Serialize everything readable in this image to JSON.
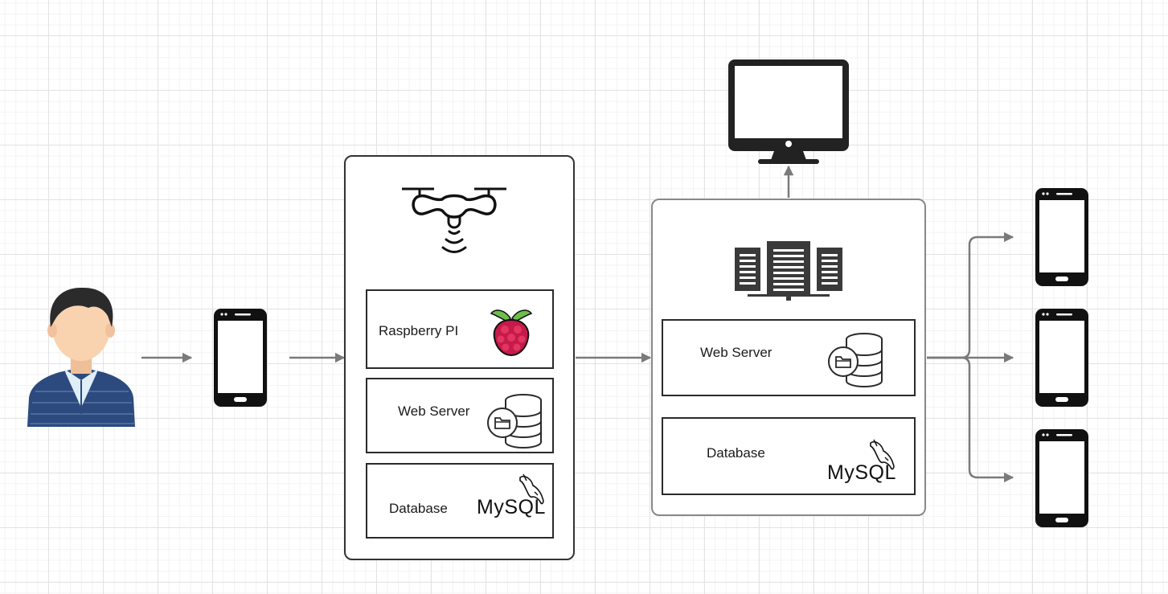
{
  "colors": {
    "connector": "#7a7a7a",
    "device": "#111111",
    "raspberry_red": "#c51a4a",
    "raspberry_leaf": "#6cc04a",
    "user_shirt": "#2c4a7e",
    "user_skin": "#f9d3b0",
    "user_hair": "#2b2b2b"
  },
  "nodes": {
    "user": {
      "icon": "user-avatar-icon"
    },
    "phone": {
      "icon": "smartphone-icon"
    },
    "drone": {
      "icon": "drone-icon",
      "boxes": {
        "raspberry": {
          "label": "Raspberry PI",
          "icon": "raspberry-pi-icon"
        },
        "webserver": {
          "label": "Web Server",
          "icon": "database-folder-icon"
        },
        "database": {
          "label": "Database",
          "logo_text": "MySQL",
          "icon": "mysql-dolphin-icon"
        }
      }
    },
    "server": {
      "icon": "server-rack-icon",
      "boxes": {
        "webserver": {
          "label": "Web Server",
          "icon": "database-folder-icon"
        },
        "database": {
          "label": "Database",
          "logo_text": "MySQL",
          "icon": "mysql-dolphin-icon"
        }
      }
    },
    "monitor": {
      "icon": "monitor-icon"
    },
    "clients": [
      {
        "icon": "smartphone-icon"
      },
      {
        "icon": "smartphone-icon"
      },
      {
        "icon": "smartphone-icon"
      }
    ]
  },
  "edges": [
    {
      "from": "user",
      "to": "phone"
    },
    {
      "from": "phone",
      "to": "drone"
    },
    {
      "from": "drone",
      "to": "server"
    },
    {
      "from": "server",
      "to": "monitor"
    },
    {
      "from": "server",
      "to": "client-1"
    },
    {
      "from": "server",
      "to": "client-2"
    },
    {
      "from": "server",
      "to": "client-3"
    }
  ]
}
